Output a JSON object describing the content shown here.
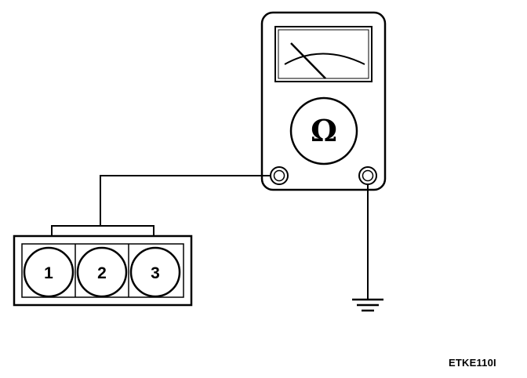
{
  "meter": {
    "function_symbol": "Ω",
    "icon": "ohmmeter-icon"
  },
  "connector": {
    "pins": [
      {
        "label": "1"
      },
      {
        "label": "2"
      },
      {
        "label": "3"
      }
    ]
  },
  "ground": {
    "icon": "ground-icon"
  },
  "figure_code": "ETKE110I"
}
